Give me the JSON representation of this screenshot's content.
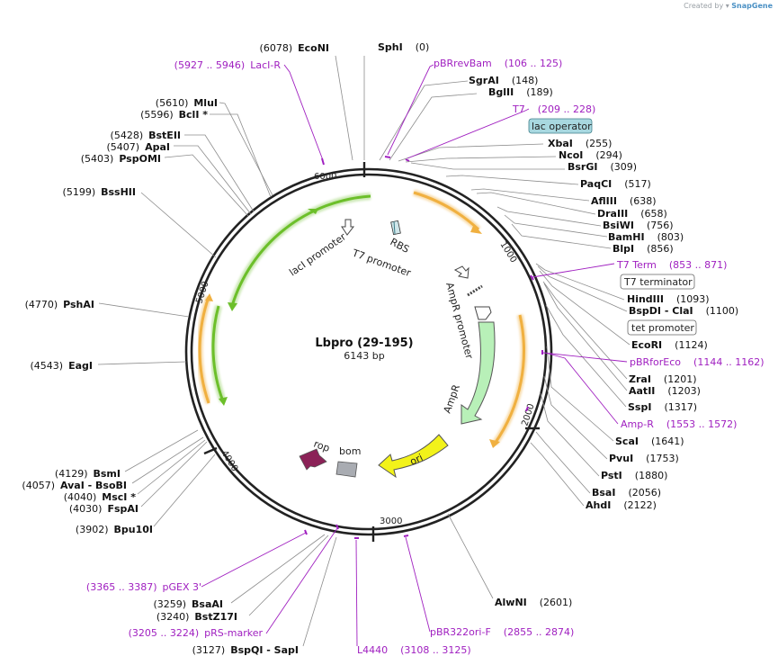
{
  "credit": {
    "prefix": "Created by",
    "brand": "SnapGene"
  },
  "plasmid": {
    "name": "Lbpro (29-195)",
    "length_label": "6143 bp",
    "length": 6143
  },
  "ticks": [
    "1000",
    "2000",
    "3000",
    "4000",
    "5000",
    "6000"
  ],
  "sites": [
    {
      "name": "SphI",
      "pos": "(0)"
    },
    {
      "name": "SgrAI",
      "pos": "(148)"
    },
    {
      "name": "BglII",
      "pos": "(189)"
    },
    {
      "name": "XbaI",
      "pos": "(255)"
    },
    {
      "name": "NcoI",
      "pos": "(294)"
    },
    {
      "name": "BsrGI",
      "pos": "(309)"
    },
    {
      "name": "PaqCI",
      "pos": "(517)"
    },
    {
      "name": "AflIII",
      "pos": "(638)"
    },
    {
      "name": "DraIII",
      "pos": "(658)"
    },
    {
      "name": "BsiWI",
      "pos": "(756)"
    },
    {
      "name": "BamHI",
      "pos": "(803)"
    },
    {
      "name": "BlpI",
      "pos": "(856)"
    },
    {
      "name": "HindIII",
      "pos": "(1093)"
    },
    {
      "name": "BspDI - ClaI",
      "pos": "(1100)"
    },
    {
      "name": "EcoRI",
      "pos": "(1124)"
    },
    {
      "name": "ZraI",
      "pos": "(1201)"
    },
    {
      "name": "AatII",
      "pos": "(1203)"
    },
    {
      "name": "SspI",
      "pos": "(1317)"
    },
    {
      "name": "ScaI",
      "pos": "(1641)"
    },
    {
      "name": "PvuI",
      "pos": "(1753)"
    },
    {
      "name": "PstI",
      "pos": "(1880)"
    },
    {
      "name": "BsaI",
      "pos": "(2056)"
    },
    {
      "name": "AhdI",
      "pos": "(2122)"
    },
    {
      "name": "AlwNI",
      "pos": "(2601)"
    },
    {
      "name": "BspQI - SapI",
      "pos": "(3127)"
    },
    {
      "name": "BstZ17I",
      "pos": "(3240)"
    },
    {
      "name": "BsaAI",
      "pos": "(3259)"
    },
    {
      "name": "Bpu10I",
      "pos": "(3902)"
    },
    {
      "name": "FspAI",
      "pos": "(4030)"
    },
    {
      "name": "MscI *",
      "pos": "(4040)"
    },
    {
      "name": "AvaI - BsoBI",
      "pos": "(4057)"
    },
    {
      "name": "BsmI",
      "pos": "(4129)"
    },
    {
      "name": "EagI",
      "pos": "(4543)"
    },
    {
      "name": "PshAI",
      "pos": "(4770)"
    },
    {
      "name": "BssHII",
      "pos": "(5199)"
    },
    {
      "name": "PspOMI",
      "pos": "(5403)"
    },
    {
      "name": "ApaI",
      "pos": "(5407)"
    },
    {
      "name": "BstEII",
      "pos": "(5428)"
    },
    {
      "name": "BclI *",
      "pos": "(5596)"
    },
    {
      "name": "MluI",
      "pos": "(5610)"
    },
    {
      "name": "EcoNI",
      "pos": "(6078)"
    }
  ],
  "primers": [
    {
      "name": "pBRrevBam",
      "range": "(106 .. 125)"
    },
    {
      "name": "T7",
      "range": "(209 .. 228)"
    },
    {
      "name": "T7 Term",
      "range": "(853 .. 871)"
    },
    {
      "name": "pBRforEco",
      "range": "(1144 .. 1162)"
    },
    {
      "name": "Amp-R",
      "range": "(1553 .. 1572)"
    },
    {
      "name": "pBR322ori-F",
      "range": "(2855 .. 2874)"
    },
    {
      "name": "L4440",
      "range": "(3108 .. 3125)"
    },
    {
      "name": "pRS-marker",
      "range": "(3205 .. 3224)"
    },
    {
      "name": "pGEX 3'",
      "range": "(3365 .. 3387)"
    },
    {
      "name": "LacI-R",
      "range": "(5927 .. 5946)"
    }
  ],
  "boxed_features": {
    "lac_operator": "lac operator",
    "t7_terminator": "T7 terminator",
    "tet_promoter": "tet promoter"
  },
  "features": {
    "laci_promoter": "lacI promoter",
    "rbs": "RBS",
    "t7_promoter": "T7 promoter",
    "ampr_promoter": "AmpR promoter",
    "ampr": "AmpR",
    "ori": "ori",
    "rop": "rop",
    "bom": "bom"
  },
  "colors": {
    "backbone": "#222222",
    "primer": "#a020c0",
    "orange_arrow": "#f0b040",
    "green_arrow": "#6cbf2a",
    "ampr": "#b8f0b8",
    "ori": "#f2f21a",
    "rop": "#8b2257",
    "bom": "#a9acb2",
    "lac_operator": "#a8d8e0"
  }
}
